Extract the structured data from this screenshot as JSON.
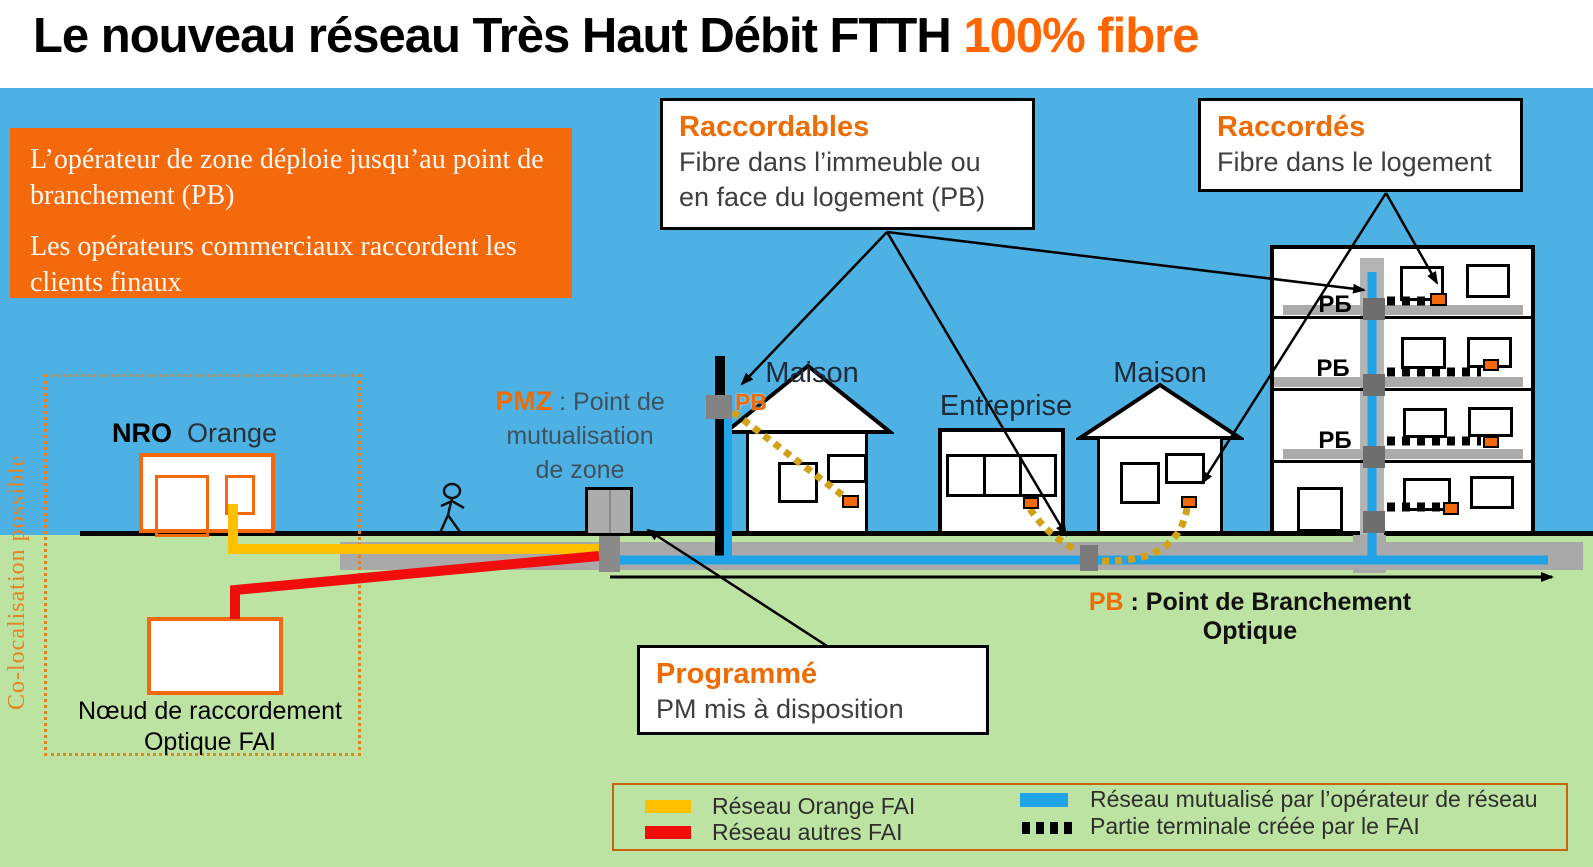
{
  "title": {
    "black": "Le nouveau réseau Très Haut Débit FTTH ",
    "orange": "100% fibre"
  },
  "info_box": {
    "para1": "L’opérateur de zone déploie jusqu’au point de branchement (PB)",
    "para2": "Les opérateurs commerciaux raccordent les clients finaux"
  },
  "colocalisation_label": "Co-localisation possible",
  "nro": {
    "bold": "NRO",
    "rest": "Orange"
  },
  "fai_node": {
    "line1": "Nœud de raccordement",
    "line2": "Optique FAI"
  },
  "pmz": {
    "abbr": "PMZ",
    "rest": " : Point de",
    "line2": "mutualisation",
    "line3": "de zone"
  },
  "callouts": {
    "raccordables": {
      "title": "Raccordables",
      "line1": "Fibre dans l’immeuble ou",
      "line2": "en face du logement (PB)"
    },
    "raccordes": {
      "title": "Raccordés",
      "line1": "Fibre dans le logement"
    },
    "programme": {
      "title": "Programmé",
      "line1": "PM mis à disposition"
    }
  },
  "buildings": {
    "maison1": "Maison",
    "entreprise": "Entreprise",
    "maison2": "Maison"
  },
  "pb_pole_label": "PB",
  "pb_definition": {
    "abbr": "PB",
    "rest": " : Point de Branchement Optique"
  },
  "riser_label": "РБ",
  "legend": {
    "items": [
      {
        "label": "Réseau Orange FAI",
        "color": "#FFC000",
        "style": "solid"
      },
      {
        "label": "Réseau autres FAI",
        "color": "#F20D0D",
        "style": "solid"
      },
      {
        "label": "Réseau mutualisé par l’opérateur de réseau",
        "color": "#21A3E8",
        "style": "solid"
      },
      {
        "label": "Partie terminale créée par le FAI",
        "color": "#000000",
        "style": "dotted"
      }
    ]
  },
  "colors": {
    "sky": "#4DB2E3",
    "ground": "#BDE3A2",
    "accent_orange": "#F4690B",
    "title_orange": "#FF6600",
    "cable_yellow": "#FFC000",
    "cable_red": "#F20D0D",
    "cable_blue": "#21A3E8",
    "drop_gold": "#D2A117",
    "duct_gray": "#A9A9A9"
  }
}
